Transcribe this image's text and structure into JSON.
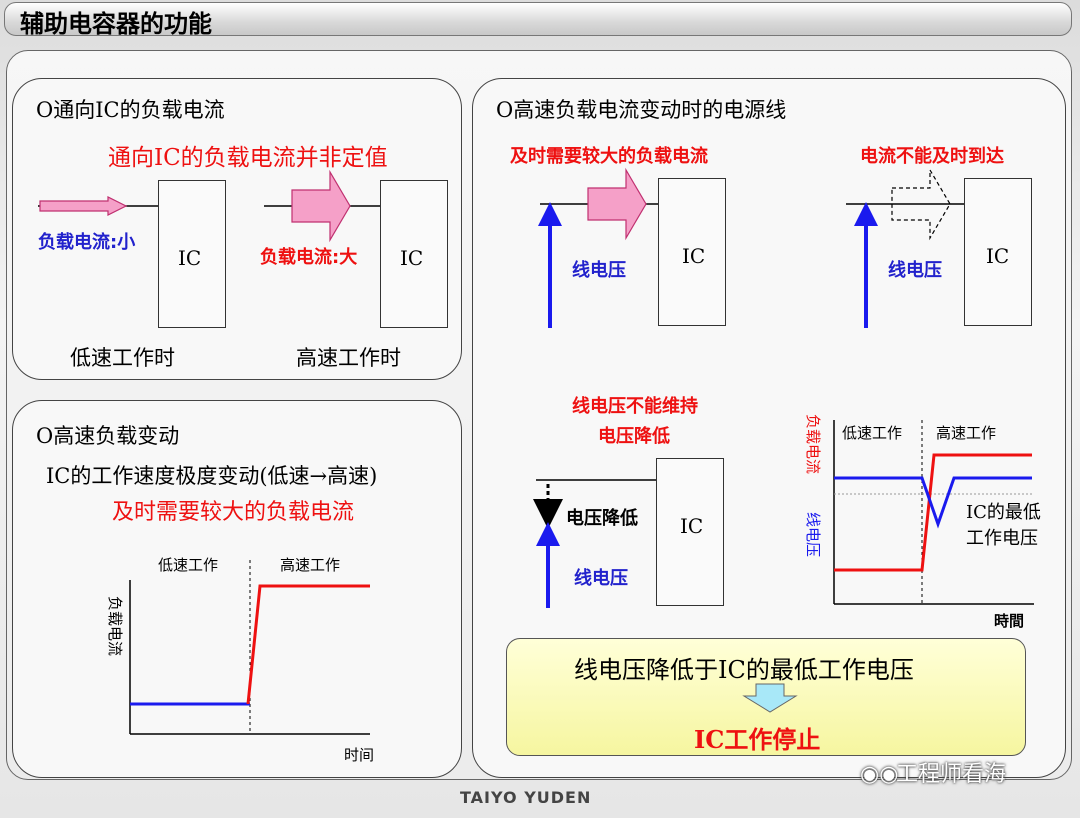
{
  "title": "辅助电容器的功能",
  "panel1": {
    "heading": "O通向IC的负载电流",
    "subtitle": "通向IC的负载电流并非定值",
    "ic_label": "IC",
    "small_current": "负载电流:小",
    "large_current": "负载电流:大",
    "low_speed": "低速工作时",
    "high_speed": "高速工作时"
  },
  "panel2": {
    "heading": "O高速负载变动",
    "line1": "IC的工作速度极度变动(低速→高速)",
    "line2": "及时需要较大的负载电流",
    "chart_ylabel": "负载电流",
    "chart_xlabel": "时间",
    "region_low": "低速工作",
    "region_high": "高速工作"
  },
  "panel3": {
    "heading": "O高速负载电流变动时的电源线",
    "need_large": "及时需要较大的负载电流",
    "cannot_arrive": "电流不能及时到达",
    "line_voltage": "线电压",
    "ic_label": "IC",
    "cannot_maintain_1": "线电压不能维持",
    "cannot_maintain_2": "电压降低",
    "voltage_drop": "电压降低",
    "chart_load": "负载电流",
    "chart_voltage": "线电压",
    "chart_low": "低速工作",
    "chart_high": "高速工作",
    "chart_min_1": "IC的最低",
    "chart_min_2": "工作电压",
    "chart_time": "時間",
    "conclusion_1": "线电压降低于IC的最低工作电压",
    "conclusion_2": "IC工作停止"
  },
  "footer": {
    "brand": "TAIYO YUDEN",
    "watermark": "工程师看海"
  },
  "colors": {
    "red": "#ee1111",
    "blue": "#2222cc",
    "pink": "#f5a0c8",
    "yellow": "#f8f8b0",
    "cyan": "#a8e8f8"
  }
}
